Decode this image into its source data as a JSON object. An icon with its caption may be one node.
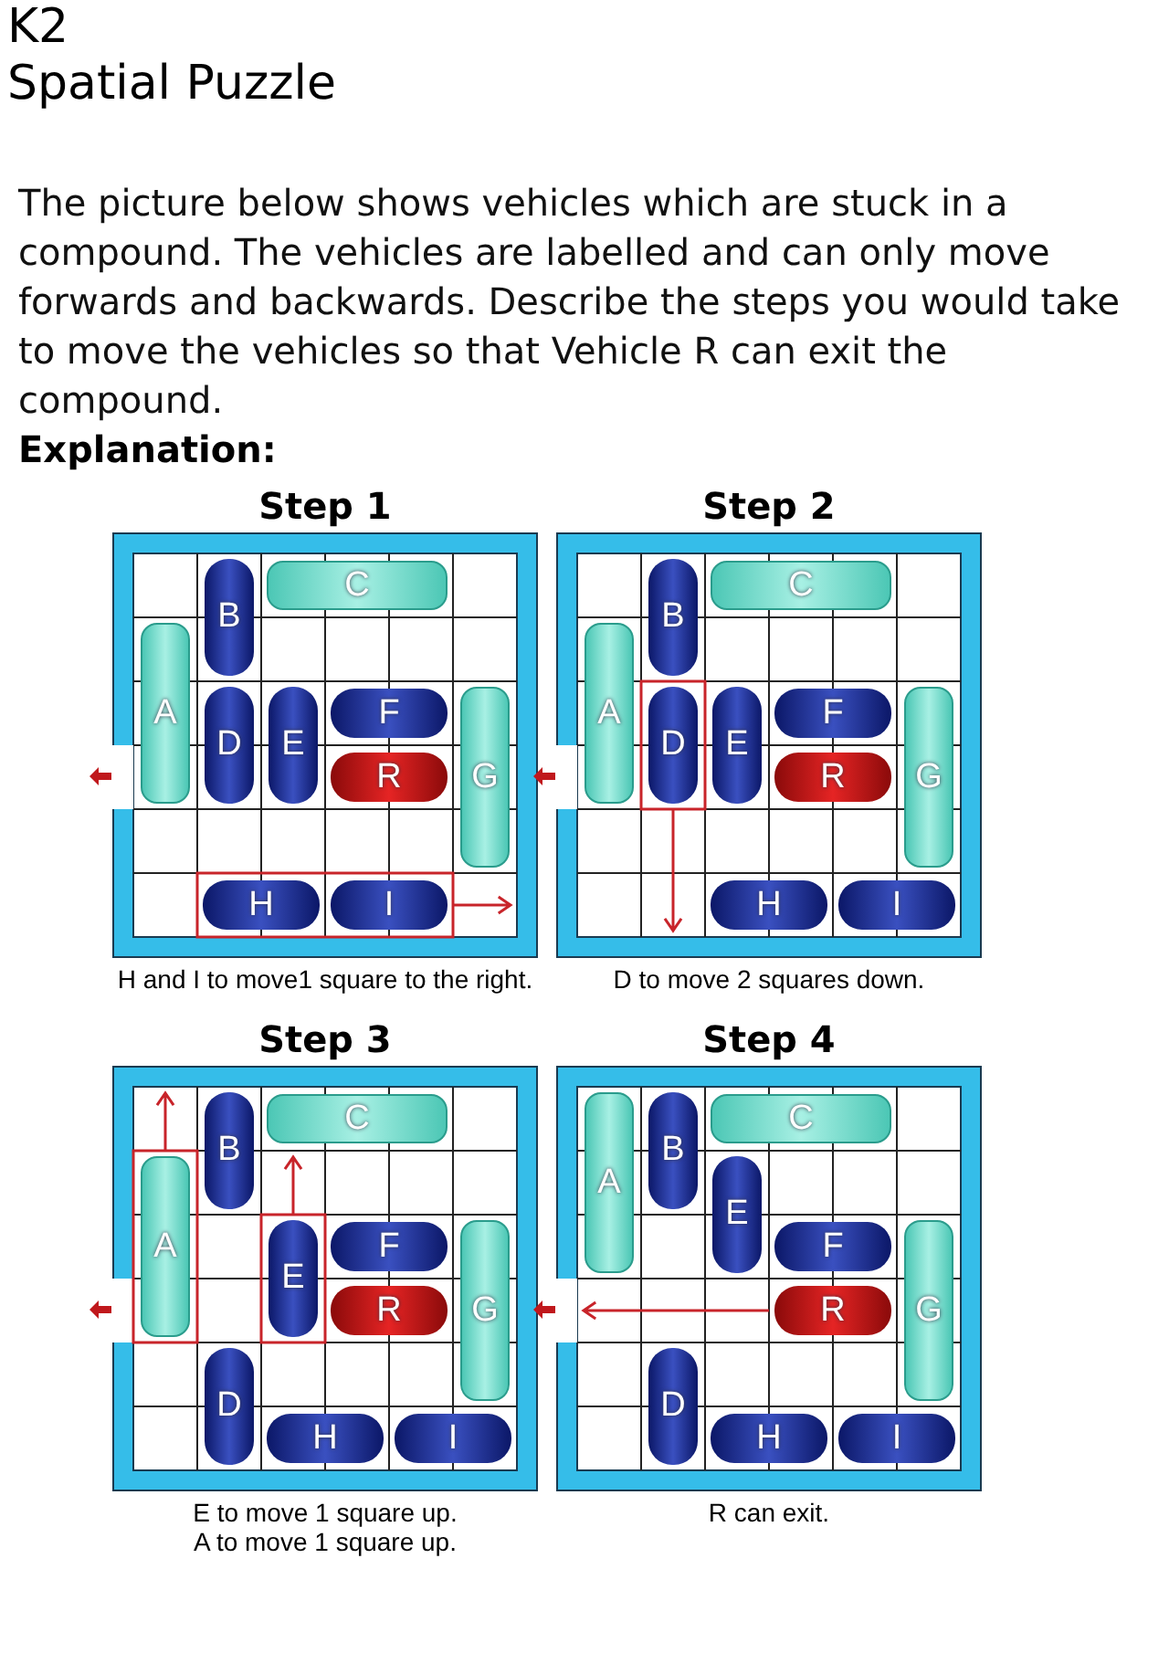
{
  "diagram": {
    "title": "Spatial Puzzle",
    "nodes": [
      {
        "text": [
          "Step 1"
        ],
        "beside": [
          "H and I to move1 square to the right."
        ]
      },
      {
        "text": [
          "A"
        ],
        "in": 0
      },
      {
        "text": [
          "B"
        ],
        "in": 0
      },
      {
        "text": [
          "C"
        ],
        "in": 0
      },
      {
        "text": [
          "D"
        ],
        "in": 0
      },
      {
        "text": [
          "E"
        ],
        "in": 0
      },
      {
        "text": [
          "F"
        ],
        "in": 0
      },
      {
        "text": [
          "G"
        ],
        "in": 0
      },
      {
        "text": [
          "H"
        ],
        "in": 0
      },
      {
        "text": [
          "I"
        ],
        "in": 0
      },
      {
        "text": [
          "R"
        ],
        "in": 0
      },
      {
        "text": [
          "Step 2"
        ],
        "beside": [
          "D to move 2 squares down."
        ]
      },
      {
        "text": [
          "A"
        ],
        "in": 11
      },
      {
        "text": [
          "B"
        ],
        "in": 11
      },
      {
        "text": [
          "C"
        ],
        "in": 11
      },
      {
        "text": [
          "D"
        ],
        "in": 11
      },
      {
        "text": [
          "E"
        ],
        "in": 11
      },
      {
        "text": [
          "F"
        ],
        "in": 11
      },
      {
        "text": [
          "G"
        ],
        "in": 11
      },
      {
        "text": [
          "H"
        ],
        "in": 11
      },
      {
        "text": [
          "I"
        ],
        "in": 11
      },
      {
        "text": [
          "R"
        ],
        "in": 11
      },
      {
        "text": [
          "Step 3"
        ],
        "beside": [
          "E to move 1 square up.",
          "A to move 1 square up."
        ]
      },
      {
        "text": [
          "A"
        ],
        "in": 22
      },
      {
        "text": [
          "B"
        ],
        "in": 22
      },
      {
        "text": [
          "C"
        ],
        "in": 22
      },
      {
        "text": [
          "D"
        ],
        "in": 22
      },
      {
        "text": [
          "E"
        ],
        "in": 22
      },
      {
        "text": [
          "F"
        ],
        "in": 22
      },
      {
        "text": [
          "G"
        ],
        "in": 22
      },
      {
        "text": [
          "H"
        ],
        "in": 22
      },
      {
        "text": [
          "I"
        ],
        "in": 22
      },
      {
        "text": [
          "R"
        ],
        "in": 22
      },
      {
        "text": [
          "Step 4"
        ],
        "beside": [
          "R can exit."
        ]
      },
      {
        "text": [
          "A"
        ],
        "in": 33
      },
      {
        "text": [
          "B"
        ],
        "in": 33
      },
      {
        "text": [
          "C"
        ],
        "in": 33
      },
      {
        "text": [
          "D"
        ],
        "in": 33
      },
      {
        "text": [
          "E"
        ],
        "in": 33
      },
      {
        "text": [
          "F"
        ],
        "in": 33
      },
      {
        "text": [
          "G"
        ],
        "in": 33
      },
      {
        "text": [
          "H"
        ],
        "in": 33
      },
      {
        "text": [
          "I"
        ],
        "in": 33
      },
      {
        "text": [
          "R"
        ],
        "in": 33
      }
    ],
    "labels": [
      "K2",
      "The picture below shows vehicles which are stuck in a compound. The vehicles are labelled and can only move forwards and backwards. Describe the steps you would take to move the vehicles so that Vehicle R can exit the compound.",
      "Explanation:"
    ]
  }
}
